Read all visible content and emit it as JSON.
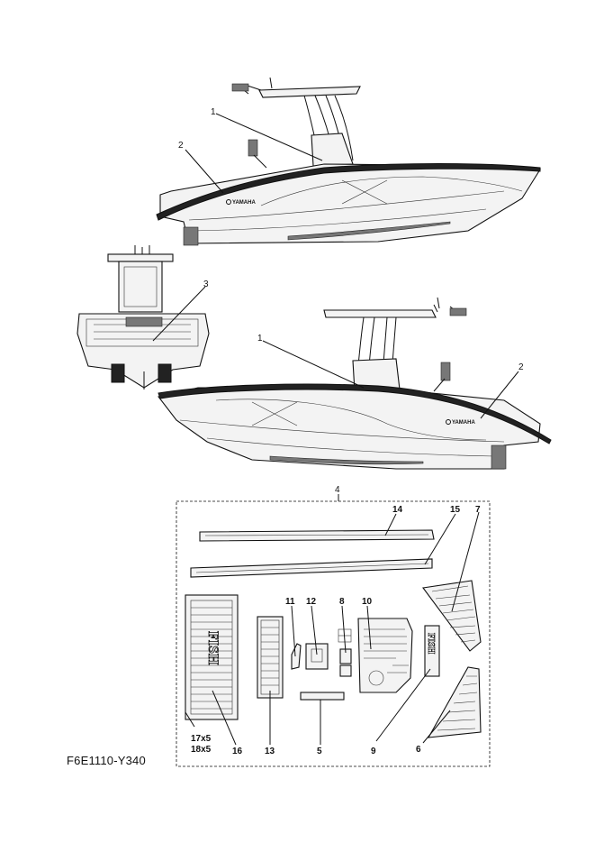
{
  "drawing_code": "F6E1110-Y340",
  "callouts": {
    "c1_top": "1",
    "c2_top": "2",
    "c3": "3",
    "c1_bottom": "1",
    "c2_bottom": "2",
    "c4": "4",
    "c14": "14",
    "c15": "15",
    "c7": "7",
    "c11": "11",
    "c12": "12",
    "c8": "8",
    "c10": "10",
    "c17": "17x5",
    "c18": "18x5",
    "c16": "16",
    "c13": "13",
    "c5": "5",
    "c9": "9",
    "c6": "6"
  },
  "decals": {
    "brand_top": "YAMAHA",
    "brand_bottom": "YAMAHA",
    "pad_text_16": "FISH",
    "pad_text_9": "FISH"
  }
}
